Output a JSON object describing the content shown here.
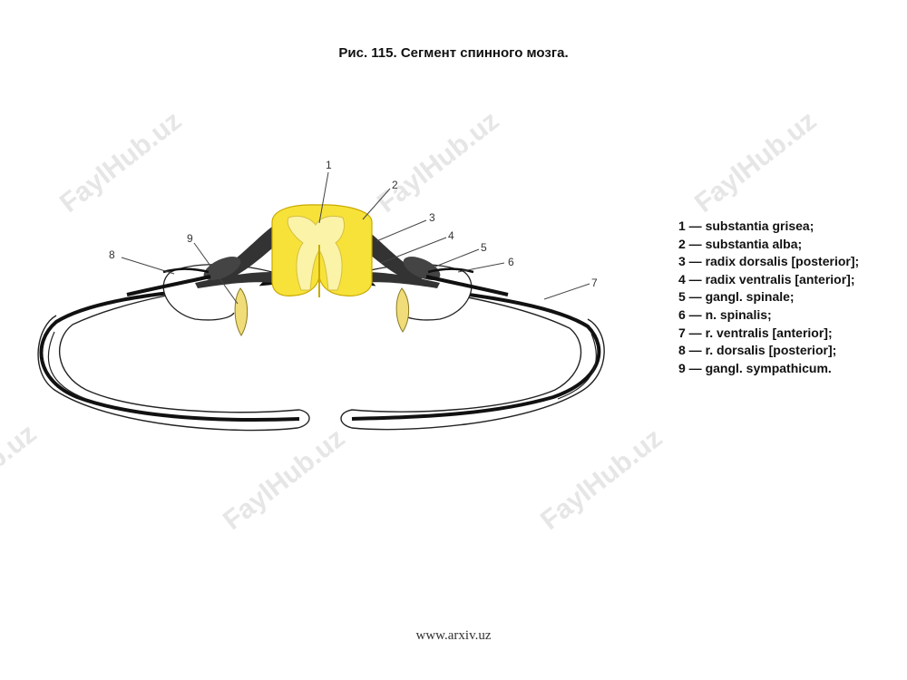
{
  "title": "Рис. 115. Сегмент спинного мозга.",
  "footer": "www.arxiv.uz",
  "watermark": "FaylHub.uz",
  "legend": [
    {
      "label": "1 — substantia grisea;"
    },
    {
      "label": "2 — substantia alba;"
    },
    {
      "label": "3 — radix dorsalis [posterior];"
    },
    {
      "label": "4 — radix ventralis [anterior];"
    },
    {
      "label": "5 — gangl. spinale;"
    },
    {
      "label": "6 — n. spinalis;"
    },
    {
      "label": "7 — r. ventralis [anterior];"
    },
    {
      "label": "8 — r. dorsalis [posterior];"
    },
    {
      "label": "9 — gangl. sympathicum."
    }
  ],
  "callouts": [
    "1",
    "2",
    "3",
    "4",
    "5",
    "6",
    "7",
    "8",
    "9"
  ],
  "colors": {
    "white_matter": "#f7e23a",
    "gray_matter": "#fbf3a8",
    "ganglion": "#f0dd7a",
    "nerve": "#111111"
  }
}
